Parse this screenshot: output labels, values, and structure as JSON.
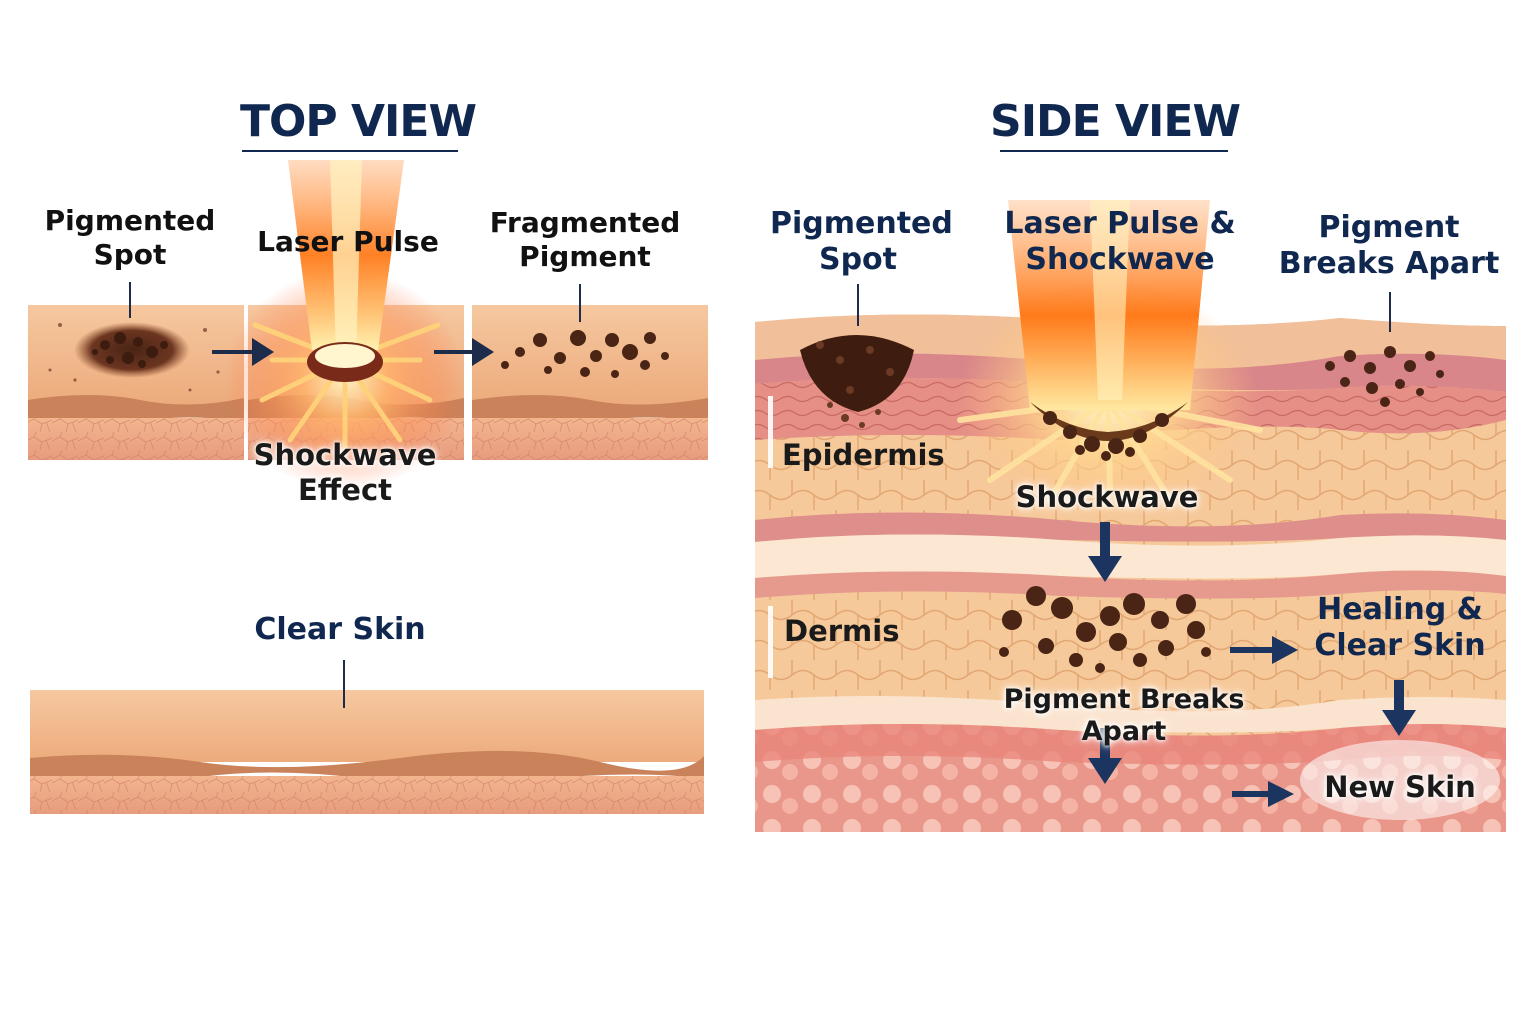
{
  "top_view": {
    "title": "TOP VIEW",
    "labels": {
      "pigmented_spot": "Pigmented\nSpot",
      "laser_pulse": "Laser Pulse",
      "fragmented_pigment": "Fragmented\nPigment",
      "shockwave_effect": "Shockwave\nEffect",
      "clear_skin": "Clear Skin"
    }
  },
  "side_view": {
    "title": "SIDE VIEW",
    "labels": {
      "pigmented_spot": "Pigmented\nSpot",
      "laser_pulse_shockwave": "Laser Pulse &\nShockwave",
      "pigment_breaks_apart_top": "Pigment\nBreaks Apart",
      "epidermis": "Epidermis",
      "shockwave": "Shockwave",
      "dermis": "Dermis",
      "healing_clear_skin": "Healing &\nClear Skin",
      "pigment_breaks_apart": "Pigment Breaks Apart",
      "new_skin": "New Skin"
    }
  },
  "colors": {
    "navy": "#10284f",
    "skin_top": "#f2b98b",
    "skin_dark": "#c9825a",
    "dermis_pink": "#e9a08c",
    "pigment": "#5a2e1a",
    "laser": "#ff7a1a"
  }
}
